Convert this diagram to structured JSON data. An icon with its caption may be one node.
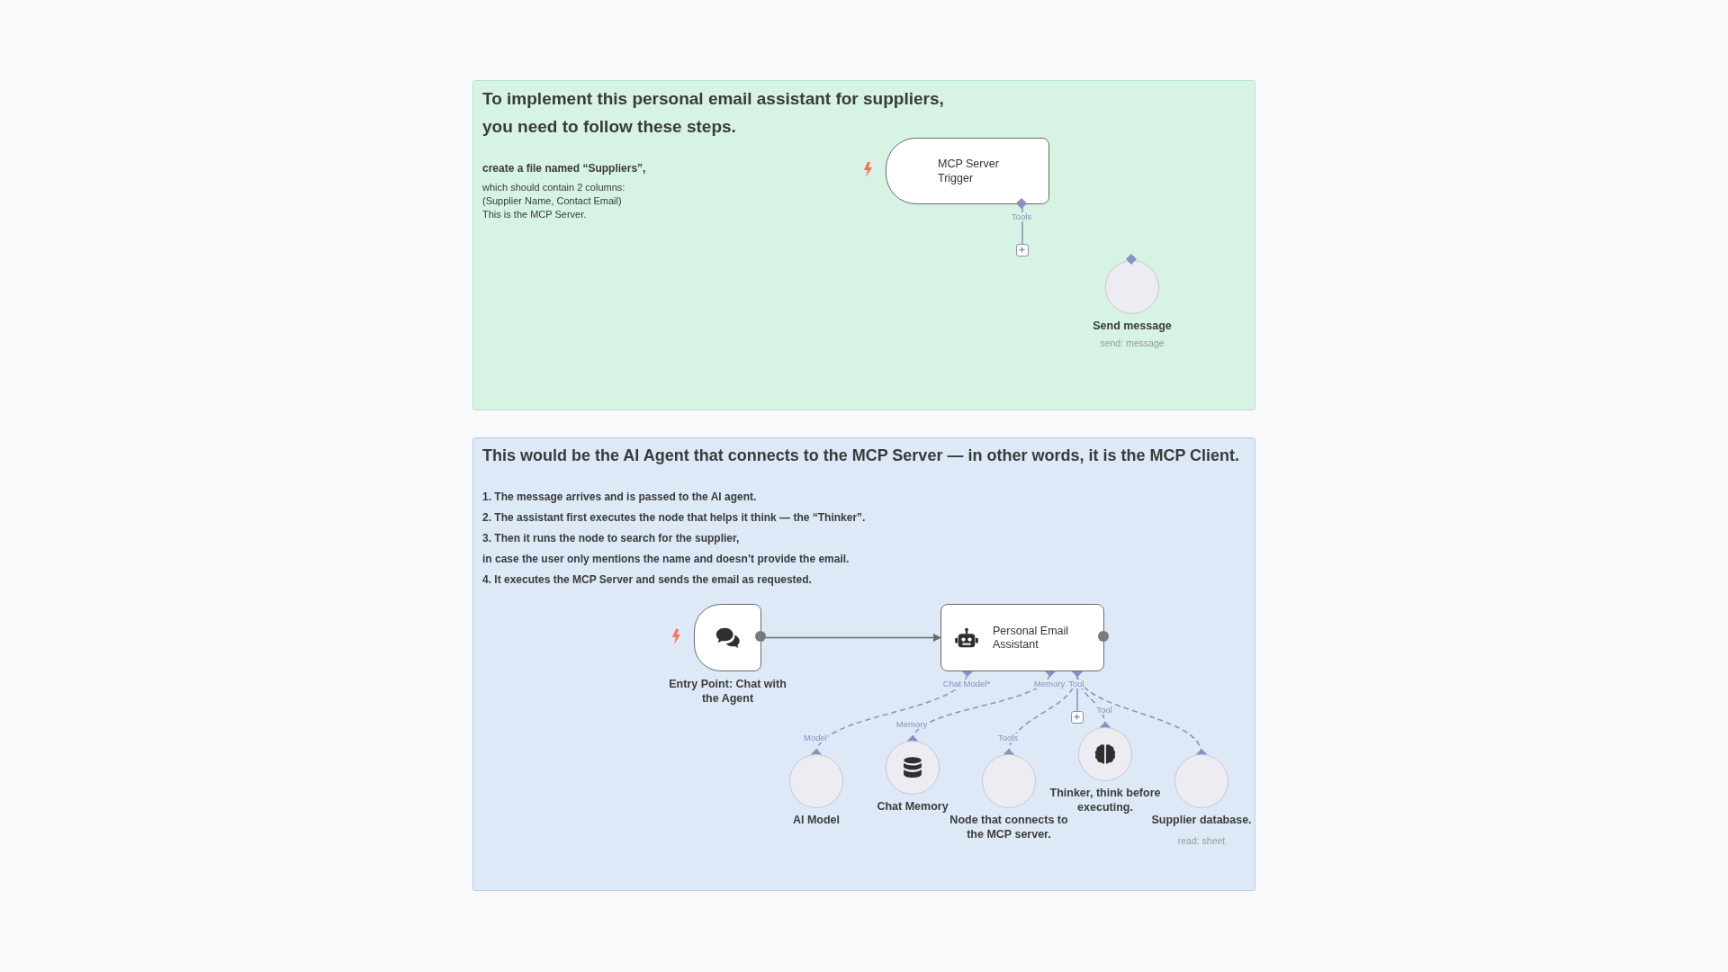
{
  "diagram": {
    "nodes": [
      {
        "text": [
          "To implement this personal email assistant for suppliers, you need to follow these steps.",
          "create a file named “Suppliers”,",
          "which should contain 2 columns:",
          "(Supplier Name, Contact Email)",
          "This is the MCP Server."
        ]
      },
      {
        "text": [
          "MCP Server Trigger"
        ],
        "in": 0
      },
      {
        "text": [],
        "shape": "box",
        "in": 0
      },
      {
        "text": [
          "Send message"
        ],
        "beside": [
          "send: message"
        ],
        "in": 0
      },
      {
        "text": [
          "This would be the AI Agent that connects to the MCP Server — in other words, it is the MCP Client.",
          "1. The message arrives and is passed to the AI agent.",
          "2. The assistant first executes the node that helps it think — the “Thinker”.",
          "3. Then it runs the node to search for the supplier,",
          "in case the user only mentions the name and doesn’t provide the email.",
          "4. It executes the MCP Server and sends the email as requested."
        ]
      },
      {
        "text": [
          "Entry Point: Chat with the Agent"
        ],
        "in": 4
      },
      {
        "text": [
          "Personal Email Assistant"
        ],
        "in": 4
      },
      {
        "text": [
          "AI Model"
        ],
        "in": 4
      },
      {
        "text": [
          "Chat Memory"
        ],
        "in": 4
      },
      {
        "text": [
          "Node that connects to the MCP server."
        ],
        "in": 4
      },
      {
        "text": [],
        "shape": "box",
        "in": 4
      },
      {
        "text": [
          "Thinker, think before executing."
        ],
        "in": 4
      },
      {
        "text": [
          "Supplier database."
        ],
        "beside": [
          "read: sheet"
        ],
        "in": 4
      }
    ],
    "edges": [
      {
        "from": 1,
        "to": 2,
        "arrow": "none"
      },
      {
        "from": 5,
        "to": 6,
        "arrow": "to",
        "color": "#6b6b6b"
      },
      {
        "from": 7,
        "to": 6,
        "arrow": "other",
        "style": "dashed"
      },
      {
        "from": 8,
        "to": 6,
        "arrow": "other",
        "style": "dashed"
      },
      {
        "from": 9,
        "to": 6,
        "arrow": "other",
        "style": "dashed"
      },
      {
        "from": 11,
        "to": 6,
        "arrow": "other",
        "style": "dashed"
      },
      {
        "from": 12,
        "to": 6,
        "arrow": "other",
        "style": "dashed"
      },
      {
        "from": 6,
        "to": 10,
        "arrow": "none"
      }
    ],
    "labels": [
      "Tools",
      "Chat Model*",
      "Memory",
      "Tool",
      "Model",
      "Memory",
      "Tools",
      "Tool"
    ]
  }
}
